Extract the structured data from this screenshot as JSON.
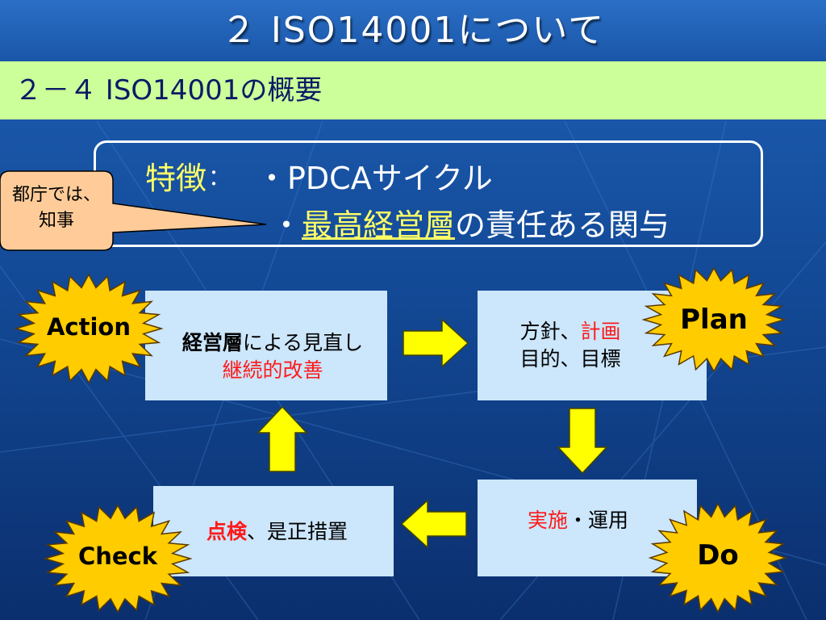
{
  "slide": {
    "title": "２ ISO14001について",
    "subtitle": "２－４ ISO14001の概要"
  },
  "features": {
    "label": "特徴",
    "colon": "：",
    "line1": "・PDCAサイクル",
    "line2_prefix": "・",
    "line2_highlight": "最高経営層",
    "line2_suffix": "の責任ある関与"
  },
  "callout": {
    "line1": "都庁では、",
    "line2": "知事"
  },
  "cycle": {
    "action": {
      "badge": "Action",
      "line1_bold": "経営層",
      "line1_rest": "による見直し",
      "line2": "継続的改善"
    },
    "plan": {
      "badge": "Plan",
      "line1_prefix": "方針、",
      "line1_red": "計画",
      "line2": "目的、目標"
    },
    "do": {
      "badge": "Do",
      "red": "実施",
      "rest": "・運用"
    },
    "check": {
      "badge": "Check",
      "red": "点検",
      "rest": "、是正措置"
    }
  },
  "colors": {
    "background": "#134a97",
    "subtitle_band": "#ccff99",
    "highlight_yellow": "#ffff66",
    "stage_box": "#cce6fb",
    "arrow_fill": "#ffff00",
    "burst_fill": "#ffcc00",
    "accent_red": "#ff1a1a",
    "callout_fill": "#ffcc99"
  }
}
